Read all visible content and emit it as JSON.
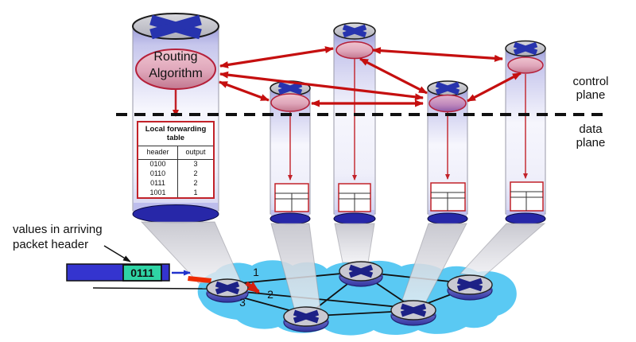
{
  "planes": {
    "control": "control plane",
    "data": "data plane"
  },
  "routing_algorithm_label": "Routing Algorithm",
  "forwarding_table": {
    "title": "Local forwarding table",
    "col_header": "header",
    "col_output": "output",
    "rows": [
      {
        "header": "0100",
        "output": "3"
      },
      {
        "header": "0110",
        "output": "2"
      },
      {
        "header": "0111",
        "output": "2"
      },
      {
        "header": "1001",
        "output": "1"
      }
    ]
  },
  "packet": {
    "caption": "values in arriving packet header",
    "header_value": "0111"
  },
  "port_labels": {
    "p1": "1",
    "p2": "2",
    "p3": "3"
  },
  "icons": [
    "router-x-icon",
    "routing-algorithm-ellipse",
    "forwarding-table-icon"
  ],
  "colors": {
    "control_message_red": "#c50f0f",
    "cloud_blue": "#5ac9f3",
    "packet_blue": "#3434cf",
    "header_field_teal": "#2fd4a5",
    "table_border_red": "#c22229",
    "cylinder_bottom_blue": "#2727a8",
    "router_x_blue": "#2733ae"
  }
}
